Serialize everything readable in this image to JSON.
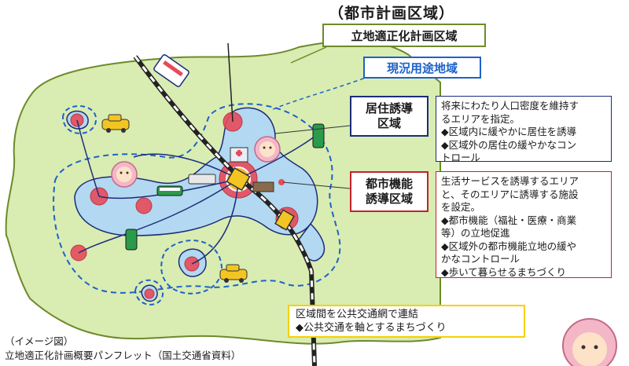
{
  "title": "（都市計画区域）",
  "legend": {
    "plan_area": "立地適正化計画区域",
    "current_use": "現況用途地域",
    "residential_label": [
      "居住誘導",
      "区域"
    ],
    "urban_label": [
      "都市機能",
      "誘導区域"
    ]
  },
  "residential_desc": [
    "将来にわたり人口密度を維持す",
    "るエリアを指定。",
    "◆区域内に緩やかに居住を誘導",
    "◆区域外の居住の緩やかなコン",
    "トロール"
  ],
  "urban_desc": [
    "生活サービスを誘導するエリア",
    "と、そのエリアに誘導する施設",
    "を設定。",
    "◆都市機能（福祉・医療・商業",
    "等）の立地促進",
    "◆区域外の都市機能立地の緩や",
    "かなコントロール",
    "◆歩いて暮らせるまちづくり"
  ],
  "transit_desc": [
    "区域間を公共交通網で連結",
    "◆公共交通を軸とするまちづくり"
  ],
  "caption": "（イメージ図）",
  "source": "立地適正化計画概要パンフレット（国土交通省資料）",
  "colors": {
    "plan_area": "#d9ecb2",
    "residential": "#b3d8f1",
    "hub": "#e64b5a",
    "hub_center": "#f2b33a",
    "olive_border": "#6e8a2a",
    "navy_border": "#1c2c7a",
    "red_border": "#c4212b",
    "yellow_border": "#f4d100",
    "blue_dash": "#1e62c8"
  },
  "icons": [
    "railway-icon",
    "bus-icon",
    "taxi-icon",
    "tram-icon",
    "hospital-icon",
    "mascot-icon"
  ]
}
